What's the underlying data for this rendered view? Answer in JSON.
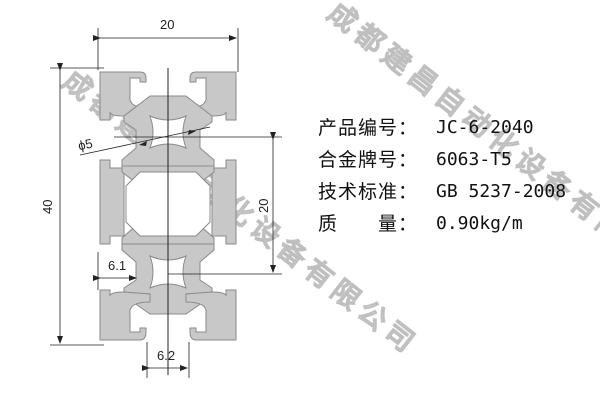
{
  "drawing": {
    "title": "Aluminum profile 2040 cross-section",
    "dimensions": {
      "width": "20",
      "height": "40",
      "half_height": "20",
      "hole_diameter": "ϕ5",
      "slot_depth": "6.1",
      "slot_opening": "6.2"
    },
    "colors": {
      "profile_fill": "#c8c8c8",
      "profile_stroke": "#8a8a8a",
      "dimension_line": "#222222",
      "watermark": "#bebebe"
    }
  },
  "specs": [
    {
      "label": "产品编号：",
      "value": "JC-6-2040"
    },
    {
      "label": "合金牌号：",
      "value": "6063-T5"
    },
    {
      "label": "技术标准：",
      "value": "GB 5237-2008"
    },
    {
      "label": "质　　量：",
      "value": "0.90kg/m"
    }
  ],
  "watermark": {
    "band1": "成都建昌自动化设备有限公司",
    "band2": "成都建昌自动化设备有限公司"
  }
}
